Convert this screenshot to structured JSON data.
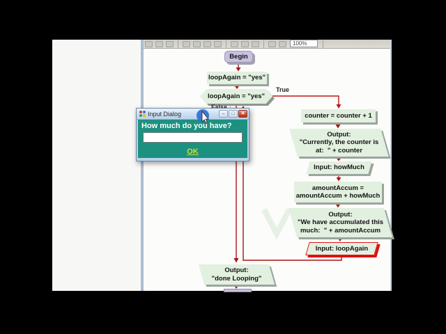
{
  "toolbar": {
    "zoom_level": "100%"
  },
  "flowchart": {
    "begin_label": "Begin",
    "assign_loopagain": "loopAgain = \"yes\"",
    "decision": "loopAgain = \"yes\"",
    "true_label": "True",
    "false_label": "False",
    "assign_counter": "counter = counter + 1",
    "output_counter": "Output:\n\"Currently, the counter is\nat:  \" + counter",
    "input_howmuch": "Input: howMuch",
    "assign_accum": "amountAccum =\namountAccum + howMuch",
    "output_accum": "Output:\n\"We have accumulated this\nmuch:  \" + amountAccum",
    "input_loopagain": "Input: loopAgain",
    "output_done": "Output:\n\"done Looping\""
  },
  "dialog": {
    "title": "Input Dialog",
    "prompt": "How much do you have?",
    "input_value": "",
    "ok_label": "OK"
  },
  "colors": {
    "arrow_red": "#a81414",
    "shape_green": "#e2f0e0",
    "begin_purple": "#c9c0e0",
    "dialog_teal": "#1d9180",
    "ok_yellow": "#c9e22a",
    "titlebar_blue": "#bdd4ec",
    "selection_red": "#dd1111"
  }
}
